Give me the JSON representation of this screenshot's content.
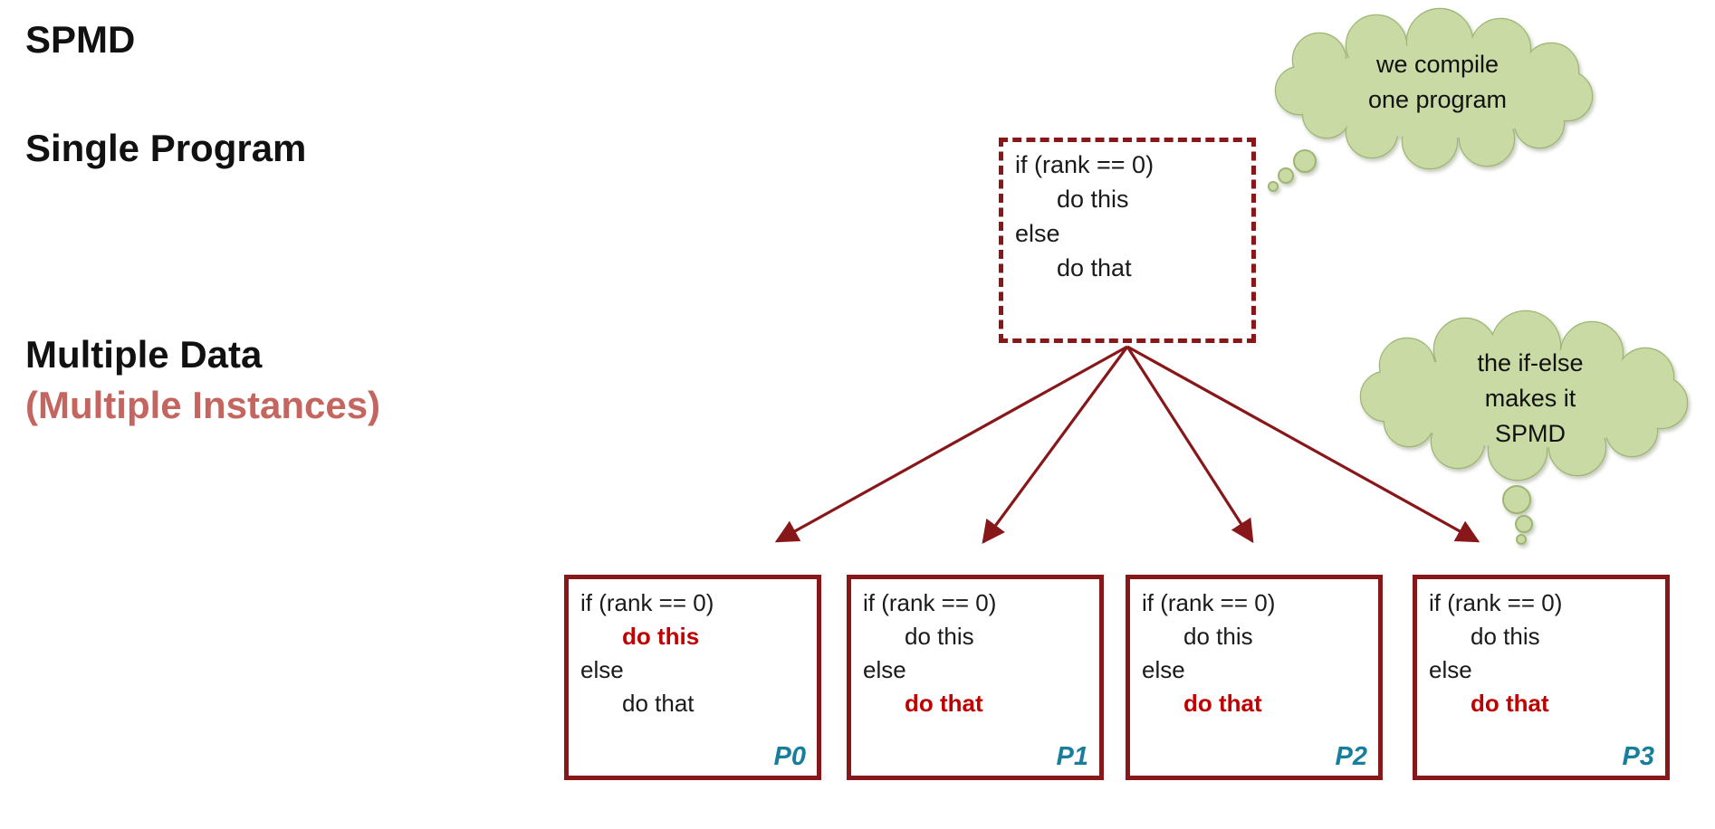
{
  "headings": {
    "title": "SPMD",
    "subtitle1": "Single Program",
    "subtitle2": "Multiple Data",
    "subtitle3": "(Multiple Instances)"
  },
  "source_program": {
    "l1": "if (rank == 0)",
    "l2": "do this",
    "l3": "else",
    "l4": "do that"
  },
  "callouts": {
    "compile": {
      "line1": "we compile",
      "line2": "one program"
    },
    "spmd": {
      "line1": "the if-else",
      "line2": "makes it",
      "line3": "SPMD"
    }
  },
  "instances": [
    {
      "label": "P0",
      "l1": "if (rank == 0)",
      "l2": "do this",
      "l3": "else",
      "l4": "do that",
      "highlighted_line": "do this"
    },
    {
      "label": "P1",
      "l1": "if (rank == 0)",
      "l2": "do this",
      "l3": "else",
      "l4": "do that",
      "highlighted_line": "do that"
    },
    {
      "label": "P2",
      "l1": "if (rank == 0)",
      "l2": "do this",
      "l3": "else",
      "l4": "do that",
      "highlighted_line": "do that"
    },
    {
      "label": "P3",
      "l1": "if (rank == 0)",
      "l2": "do this",
      "l3": "else",
      "l4": "do that",
      "highlighted_line": "do that"
    }
  ],
  "colors": {
    "maroon_border": "#871719",
    "highlight_red": "#C00000",
    "process_label_teal": "#177F9C",
    "subtitle_salmon": "#C4655F",
    "cloud_fill": "#C9DAA5",
    "cloud_stroke": "#9FB673",
    "text_black": "#111111"
  }
}
